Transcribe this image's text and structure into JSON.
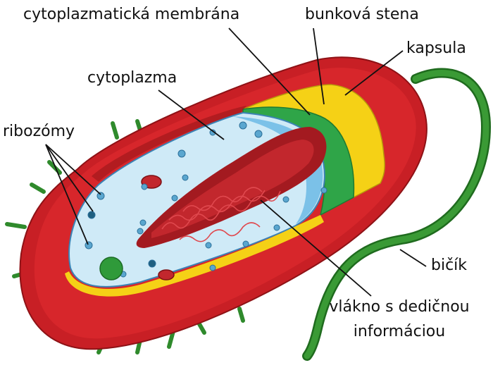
{
  "labels": {
    "membrane": "cytoplazmatická membrána",
    "wall": "bunková stena",
    "capsule": "kapsula",
    "cytoplasm": "cytoplazma",
    "ribosomes": "ribozómy",
    "flagellum": "bičík",
    "dna_line1": "vlákno s dedičnou",
    "dna_line2": "informáciou"
  },
  "colors": {
    "capsule": "#d7262b",
    "capsule_dark": "#b51d22",
    "wall": "#f5d116",
    "membrane": "#2fa548",
    "cytoplasm": "#cfeaf7",
    "cytoplasm_deep": "#5fb3e3",
    "dna": "#c2272d",
    "flagellum": "#2f8a2c",
    "pili": "#3c9a38",
    "ribosome": "#5aa6cf"
  }
}
